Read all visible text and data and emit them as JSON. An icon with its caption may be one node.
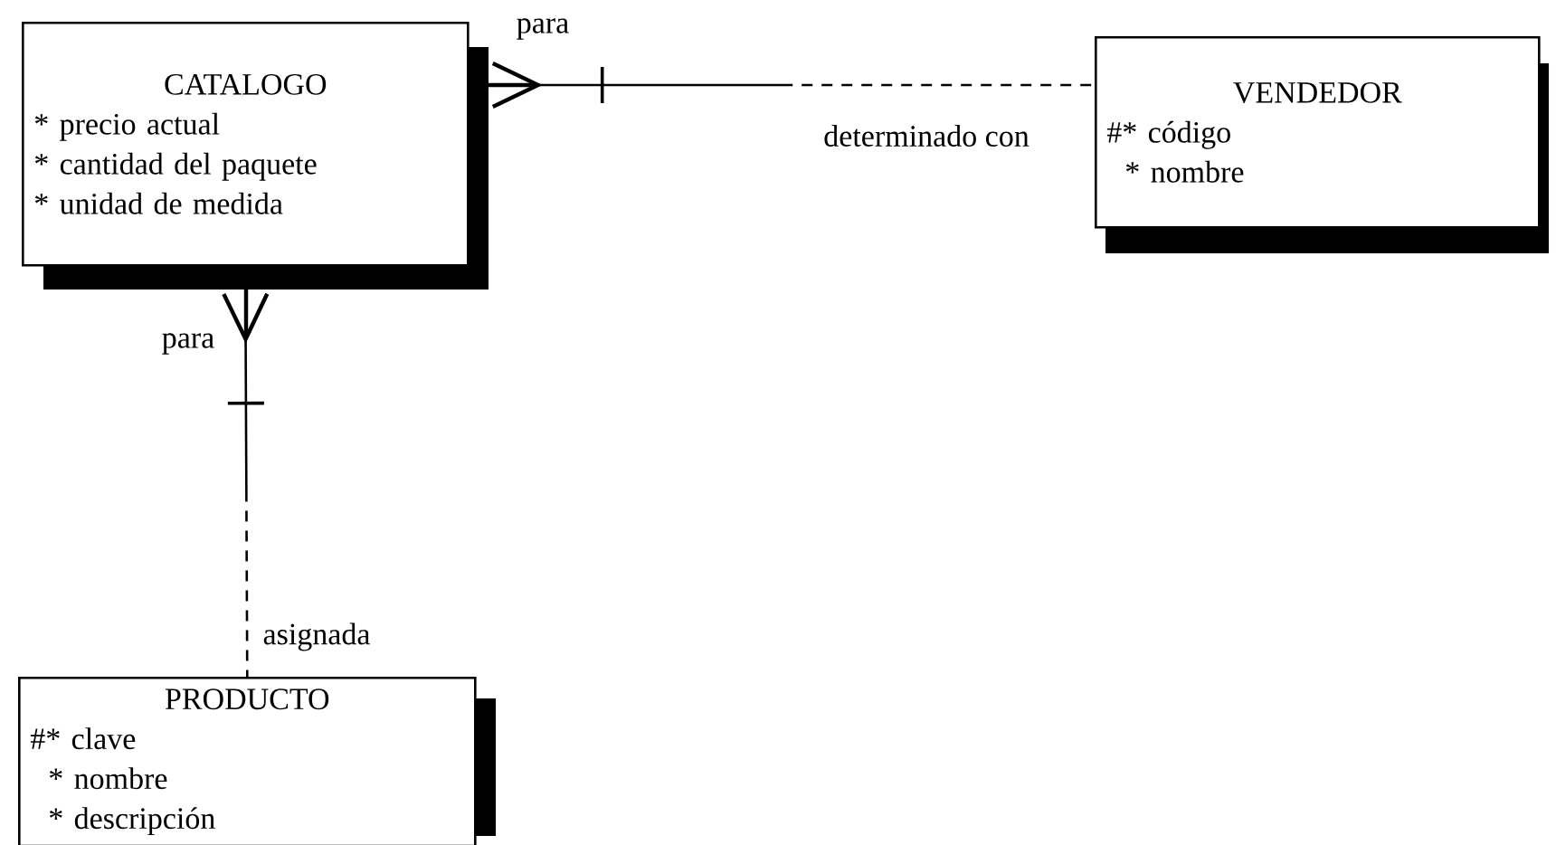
{
  "diagram": {
    "nodes": [
      {
        "text": [
          "CATALOGO",
          "* precio actual",
          "* cantidad del paquete",
          "* unidad de medida"
        ]
      },
      {
        "text": [
          "VENDEDOR",
          "#* código",
          "* nombre"
        ]
      },
      {
        "text": [
          "PRODUCTO",
          "#* clave",
          "* nombre",
          "* descripción"
        ]
      }
    ],
    "edges": [
      {
        "from": 0,
        "to": 1,
        "arrow": "other",
        "label": "para",
        "style": "dashed"
      },
      {
        "from": 0,
        "to": 2,
        "arrow": "other",
        "label": "para",
        "style": "dashed"
      }
    ],
    "labels": [
      "determinado con",
      "asignada"
    ]
  }
}
